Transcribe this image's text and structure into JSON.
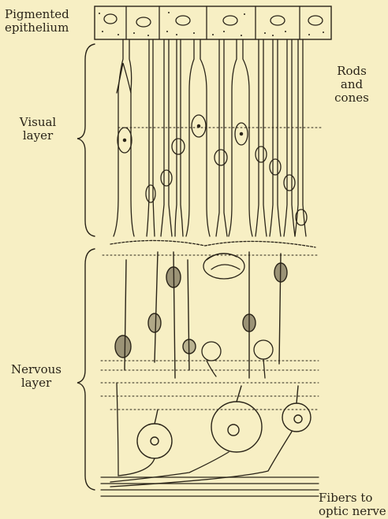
{
  "labels": {
    "pigmented": [
      "Pigmented",
      "epithelium"
    ],
    "rods_cones": [
      "Rods",
      "and",
      "cones"
    ],
    "visual": [
      "Visual",
      "layer"
    ],
    "nervous": [
      "Nervous",
      "layer"
    ],
    "fibers": [
      "Fibers to",
      "optic nerve"
    ]
  },
  "colors": {
    "background": "#f7efc4",
    "ink": "#2a2418"
  }
}
